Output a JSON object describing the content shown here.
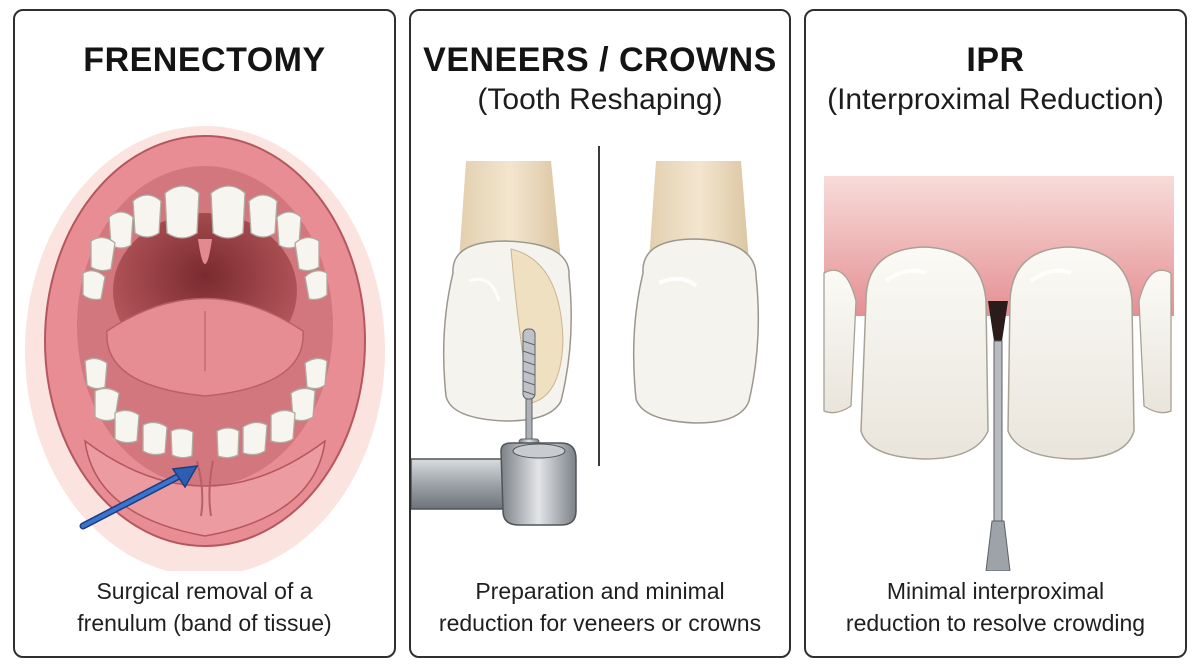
{
  "panels": [
    {
      "id": "frenectomy",
      "title": "FRENECTOMY",
      "subtitle": "",
      "caption_lines": [
        "Surgical removal of a",
        "frenulum (band of tissue)"
      ]
    },
    {
      "id": "veneers-crowns",
      "title": "VENEERS / CROWNS",
      "subtitle": "(Tooth Reshaping)",
      "caption_lines": [
        "Preparation and minimal",
        "reduction for veneers or crowns"
      ]
    },
    {
      "id": "ipr",
      "title": "IPR",
      "subtitle": "(Interproximal Reduction)",
      "caption_lines": [
        "Minimal interproximal",
        "reduction to resolve crowding"
      ]
    }
  ],
  "colors": {
    "gum": "#e99a9c",
    "lip": "#e8898f",
    "tooth": "#f7f5ef",
    "root": "#ecdcc0",
    "arrow": "#2c5fb3",
    "metal": "#a8acb2",
    "border": "#2f2f2f"
  }
}
